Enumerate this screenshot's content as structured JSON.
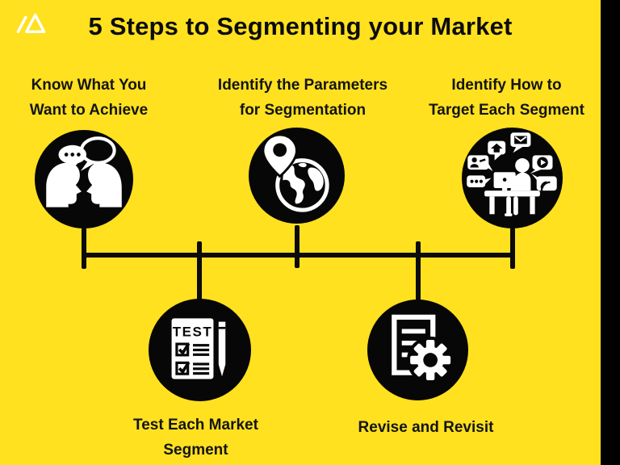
{
  "header": {
    "title": "5 Steps to Segmenting your Market",
    "logo_icon": "mountain-logo-icon"
  },
  "colors": {
    "background": "#FFE11F",
    "ink": "#0D0D0D",
    "side_bar": "#000000",
    "icon_circle": "#070707",
    "icon_glyph": "#FFFFFF"
  },
  "steps": [
    {
      "id": 1,
      "row": "top",
      "label_line1": "Know What You",
      "label_line2": "Want to Achieve",
      "icon": "conversation-heads-icon"
    },
    {
      "id": 2,
      "row": "top",
      "label_line1": "Identify the Parameters",
      "label_line2": "for Segmentation",
      "icon": "globe-location-pin-icon"
    },
    {
      "id": 3,
      "row": "top",
      "label_line1": "Identify How to",
      "label_line2": "Target Each Segment",
      "icon": "social-media-workspace-icon"
    },
    {
      "id": 4,
      "row": "bottom",
      "label_line1": "Test Each Market",
      "label_line2": "Segment",
      "icon": "test-checklist-icon",
      "icon_text": "TEST"
    },
    {
      "id": 5,
      "row": "bottom",
      "label_line1": "Revise and Revisit",
      "label_line2": "",
      "icon": "document-gear-icon"
    }
  ]
}
